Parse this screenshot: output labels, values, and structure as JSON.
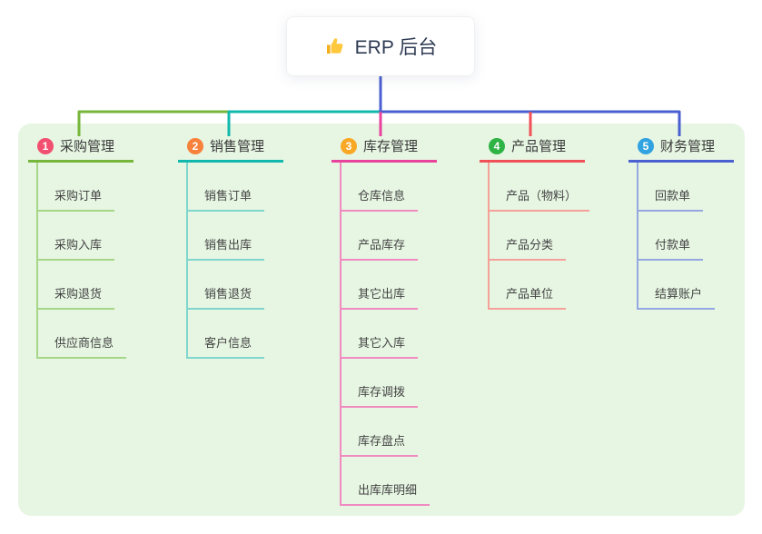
{
  "root": {
    "label": "ERP 后台",
    "icon": "thumbs-up-icon"
  },
  "trunk_color": "#4a5fd0",
  "panel_color": "#e7f6e3",
  "branches": [
    {
      "index": "1",
      "label": "采购管理",
      "line_color": "#76b63a",
      "child_line_color": "#a6d687",
      "badge_color": "#f25070",
      "children": [
        "采购订单",
        "采购入库",
        "采购退货",
        "供应商信息"
      ]
    },
    {
      "index": "2",
      "label": "销售管理",
      "line_color": "#12b8ad",
      "child_line_color": "#7fd6cd",
      "badge_color": "#f8813c",
      "children": [
        "销售订单",
        "销售出库",
        "销售退货",
        "客户信息"
      ]
    },
    {
      "index": "3",
      "label": "库存管理",
      "line_color": "#e8439c",
      "child_line_color": "#f08ac0",
      "badge_color": "#f9a825",
      "children": [
        "仓库信息",
        "产品库存",
        "其它出库",
        "其它入库",
        "库存调拨",
        "库存盘点",
        "出库库明细"
      ]
    },
    {
      "index": "4",
      "label": "产品管理",
      "line_color": "#f05159",
      "child_line_color": "#f6a09a",
      "badge_color": "#2fb344",
      "children": [
        "产品（物料）",
        "产品分类",
        "产品单位"
      ]
    },
    {
      "index": "5",
      "label": "财务管理",
      "line_color": "#4a5fd0",
      "child_line_color": "#94a7e0",
      "badge_color": "#31a3e0",
      "children": [
        "回款单",
        "付款单",
        "结算账户"
      ]
    }
  ]
}
